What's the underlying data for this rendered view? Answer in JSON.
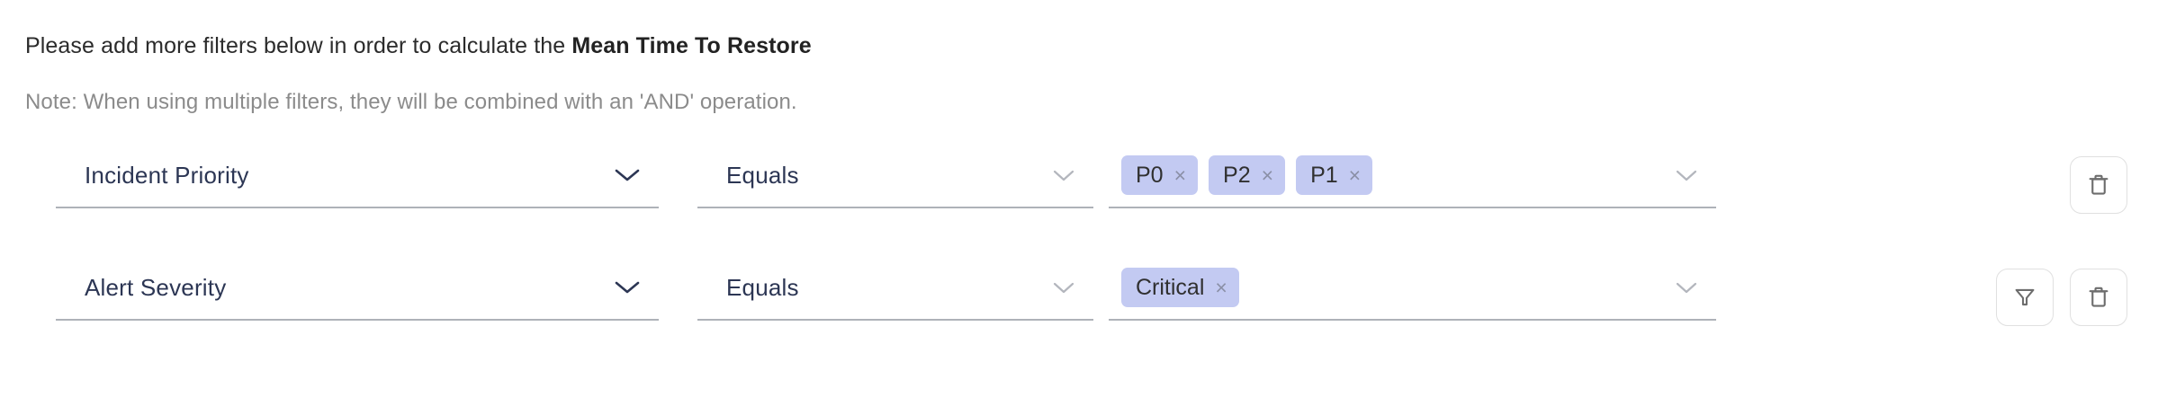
{
  "header": {
    "instruction_prefix": "Please add more filters below in order to calculate the ",
    "instruction_metric": "Mean Time To Restore",
    "note": "Note: When using multiple filters, they will be combined with an 'AND' operation."
  },
  "colors": {
    "chip_background": "#c3caf2",
    "field_text": "#2c3654",
    "underline": "#aeb2b8",
    "note_text": "#8b8b8b",
    "icon_stroke": "#6d6d6d",
    "button_border": "#e0e0e0"
  },
  "filters": [
    {
      "attribute": "Incident Priority",
      "attribute_chevron": "chevron-down-icon",
      "operator": "Equals",
      "operator_chevron": "chevron-down-icon",
      "values": [
        "P0",
        "P2",
        "P1"
      ],
      "value_chevron": "chevron-down-icon",
      "remove_chip_label": "×",
      "actions": [
        {
          "icon": "trash-icon",
          "name": "delete-filter-button"
        }
      ]
    },
    {
      "attribute": "Alert Severity",
      "attribute_chevron": "chevron-down-icon",
      "operator": "Equals",
      "operator_chevron": "chevron-down-icon",
      "values": [
        "Critical"
      ],
      "value_chevron": "chevron-down-icon",
      "remove_chip_label": "×",
      "actions": [
        {
          "icon": "funnel-icon",
          "name": "add-filter-button"
        },
        {
          "icon": "trash-icon",
          "name": "delete-filter-button"
        }
      ]
    }
  ]
}
